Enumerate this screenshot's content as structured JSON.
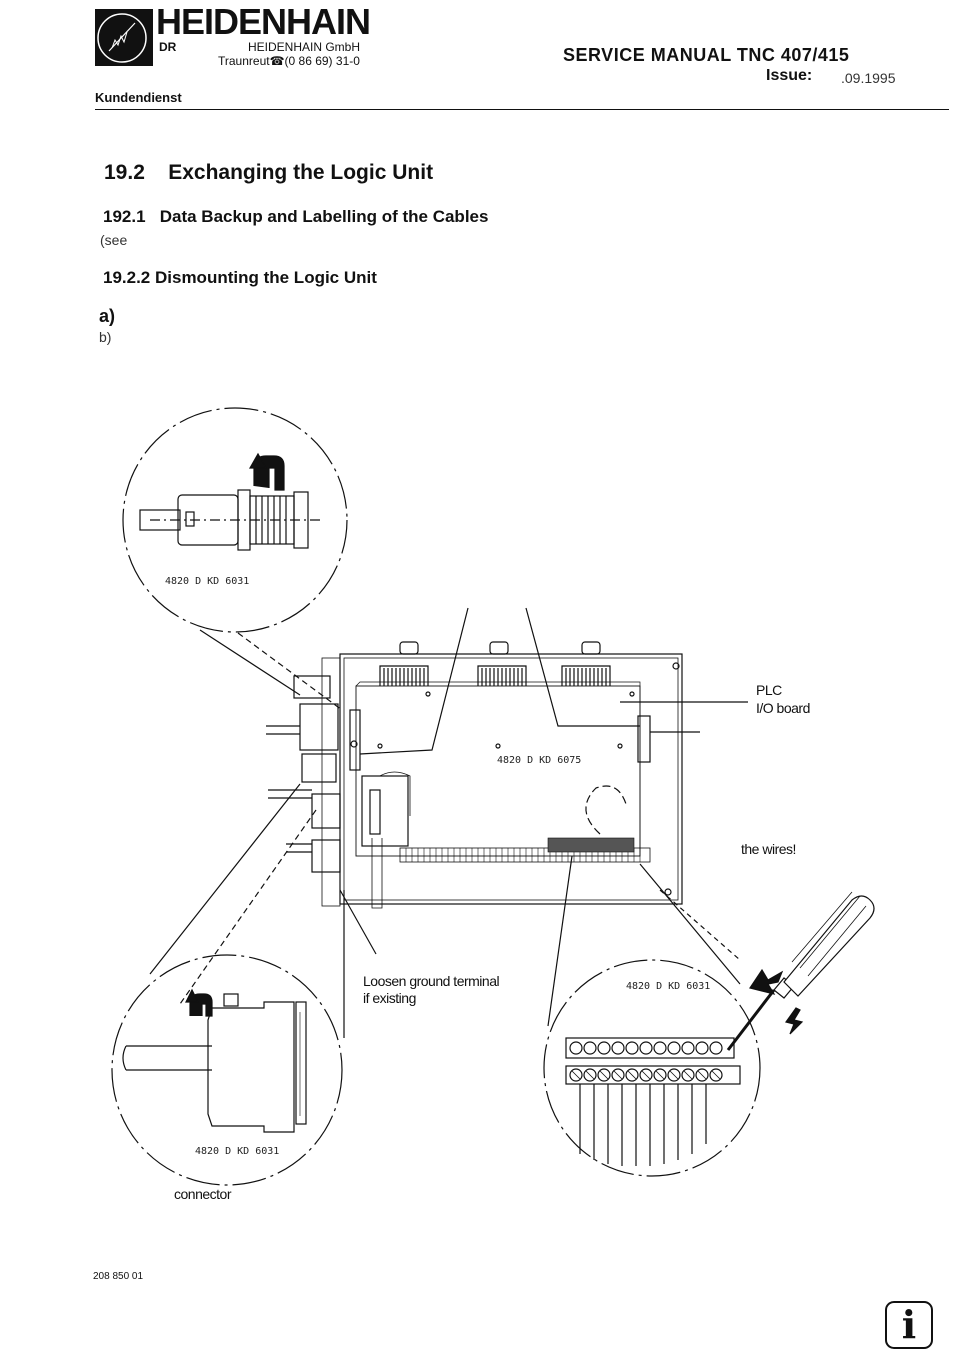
{
  "header": {
    "brand": "HEIDENHAIN",
    "brand_prefix": "DR",
    "company": "HEIDENHAIN GmbH",
    "phone": "Traunreut☎(0 86 69) 31-0",
    "manual_title": "SERVICE MANUAL TNC 407/415",
    "issue_label": "Issue:",
    "issue_date": ".09.1995",
    "department": "Kundendienst"
  },
  "content": {
    "section_num": "19.2",
    "section_title": "Exchanging the Logic Unit",
    "sub1_num": "192.1",
    "sub1_title": "Data Backup and Labelling of the Cables",
    "sub1_text": "(see",
    "sub2": "19.2.2 Dismounting the Logic Unit",
    "step_a": "a)",
    "step_b": "b)"
  },
  "diagram": {
    "label_plc": "PLC",
    "label_io": "I/O board",
    "label_wires": "the wires!",
    "label_loosen_1": "Loosen ground terminal",
    "label_loosen_2": "if existing",
    "label_connector": "connector",
    "code_top_left": "4820 D KD 6031",
    "code_center": "4820 D KD 6075",
    "code_bottom_right": "4820 D KD 6031",
    "code_bottom_left": "4820 D KD 6031"
  },
  "footer": {
    "doc_number": "208 850 01",
    "info_glyph": "i"
  }
}
